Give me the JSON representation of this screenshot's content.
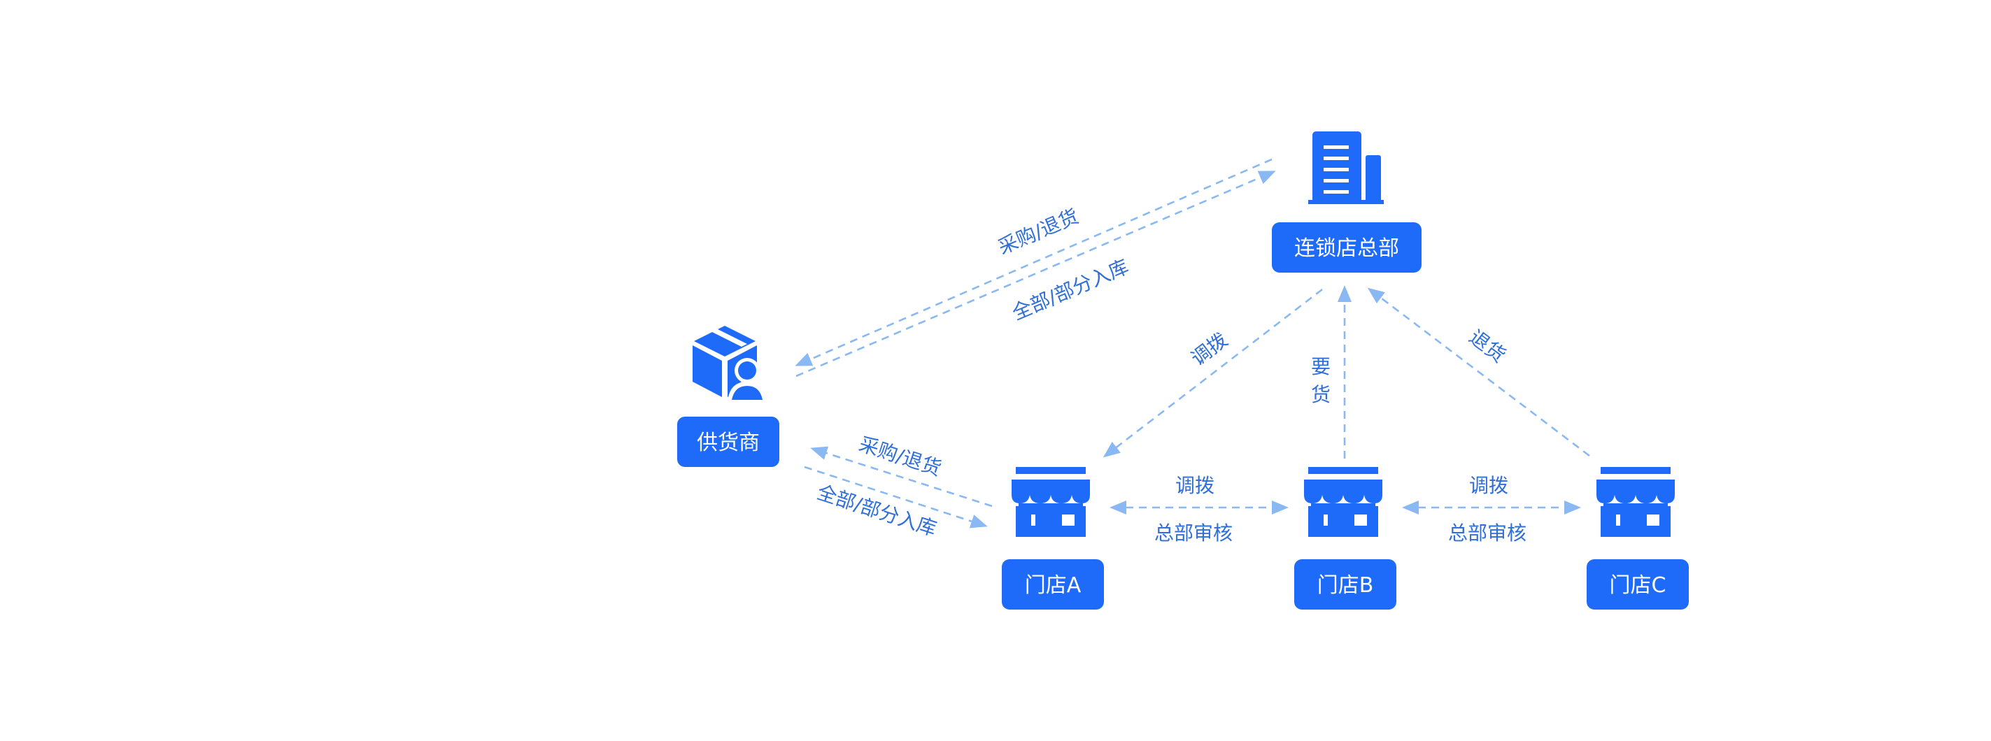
{
  "nodes": {
    "headquarters": "连锁店总部",
    "supplier": "供货商",
    "store_a": "门店A",
    "store_b": "门店B",
    "store_c": "门店C"
  },
  "edges": {
    "hq_supplier_top": "采购/退货",
    "hq_supplier_bottom": "全部/部分入库",
    "supplier_store_a_top": "采购/退货",
    "supplier_store_a_bottom": "全部/部分入库",
    "hq_to_store_a": "调拨",
    "store_b_to_hq_line1": "要",
    "store_b_to_hq_line2": "货",
    "store_c_to_hq": "退货",
    "a_b_top": "调拨",
    "a_b_bottom": "总部审核",
    "b_c_top": "调拨",
    "b_c_bottom": "总部审核"
  },
  "colors": {
    "primary": "#1e6bfa",
    "arrow": "#8ab8f2",
    "label_text": "#2f6fd8"
  },
  "icons": {
    "headquarters": "office-building-icon",
    "supplier": "package-person-icon",
    "store": "storefront-icon"
  }
}
